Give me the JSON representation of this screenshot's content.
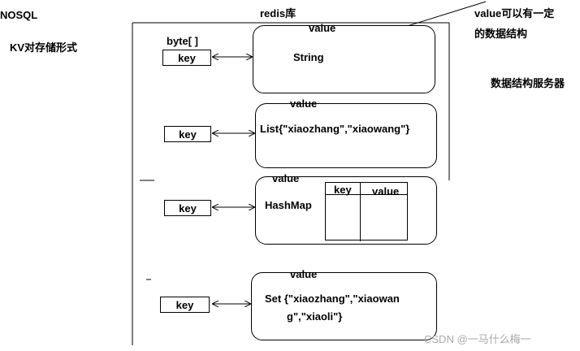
{
  "labels": {
    "nosql": "NOSQL",
    "kv_storage": "KV对存储形式",
    "redis_db": "redis库",
    "annotation": "value可以有一定",
    "annotation_line2": "的数据结构",
    "structure_server": "数据结构服务器",
    "byte_label": "byte[ ]"
  },
  "rows": [
    {
      "key": "key",
      "value_label": "value",
      "content": "String"
    },
    {
      "key": "key",
      "value_label": "value",
      "content": "List{\"xiaozhang\",\"xiaowang\"}"
    },
    {
      "key": "key",
      "value_label": "value",
      "content": "HashMap",
      "table_headers": [
        "key",
        "value"
      ]
    },
    {
      "key": "key",
      "value_label": "value",
      "content": "Set {\"xiaozhang\",\"xiaowan",
      "content_line2": "g\",\"xiaoli\"}"
    }
  ],
  "watermark": "CSDN @一马什么梅一"
}
